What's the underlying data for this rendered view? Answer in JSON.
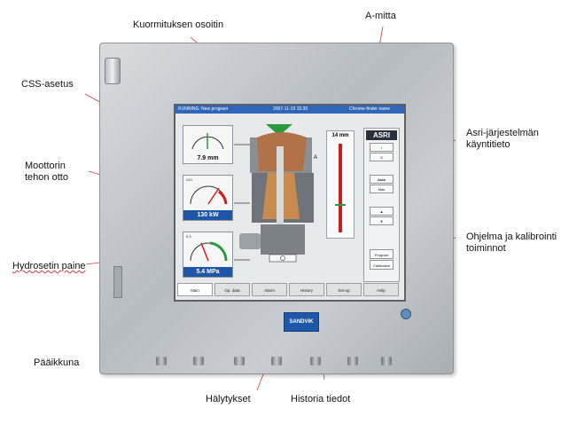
{
  "callouts": {
    "load_indicator": "Kuormituksen osoitin",
    "a_measure": "A-mitta",
    "css_setting": "CSS-asetus",
    "motor_power_line1": "Moottorin",
    "motor_power_line2": "tehon otto",
    "hydroset_pressure": "Hydrosetin paine",
    "main_window": "Pääikkuna",
    "alarms": "Hälytykset",
    "history": "Historia tiedot",
    "asri_line1": "Asri-järjestelmän",
    "asri_line2": "käyntitieto",
    "program_line1": "Ohjelma ja kalibrointi",
    "program_line2": "toiminnot"
  },
  "screen": {
    "title_left": "RUNNING: New program",
    "title_center": "2007-11-19 15:30",
    "title_right": "Chrome-finder name",
    "gauges": {
      "css_value": "7.9 mm",
      "power_scale": "240",
      "power_value": "130 kW",
      "pressure_scale": "5.5",
      "pressure_value": "5.4 MPa"
    },
    "a_value": "14 mm",
    "a_label": "A",
    "asri": {
      "logo": "ASRI",
      "on": "I",
      "off": "O",
      "auto": "Auto",
      "man": "Man",
      "up": "▲",
      "down": "▼",
      "program": "Program",
      "calibration": "Calibration"
    },
    "tabs": [
      "Main",
      "Op. data",
      "Alarm",
      "History",
      "Set-up",
      "Help"
    ]
  },
  "brand": "SANDVIK",
  "colors": {
    "accent": "#1f57a8",
    "title_bar": "#2f66b8",
    "pointer": "#cc1f1f",
    "load": "#2c9a3c"
  }
}
